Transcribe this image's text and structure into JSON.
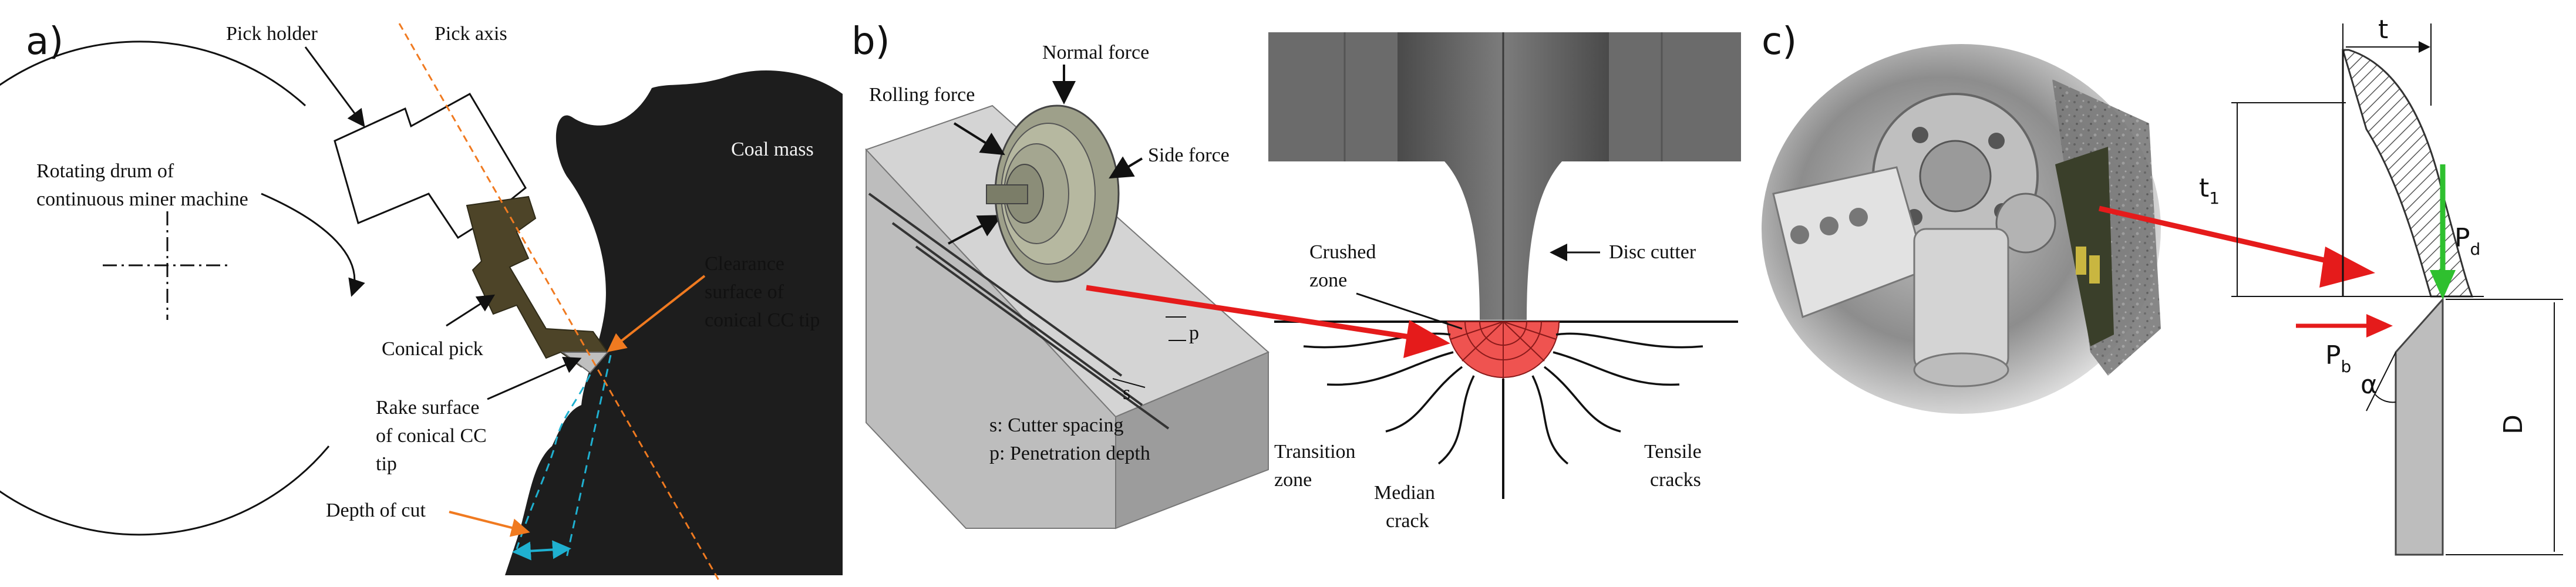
{
  "panel_a": {
    "letter": "a)",
    "labels": {
      "pick_holder": "Pick holder",
      "pick_axis": "Pick axis",
      "drum_line1": "Rotating drum of",
      "drum_line2": "continuous miner machine",
      "coal_mass": "Coal mass",
      "clearance_1": "Clearance",
      "clearance_2": "surface of",
      "clearance_3": "conical CC tip",
      "conical_pick": "Conical pick",
      "rake_1": "Rake surface",
      "rake_2": "of conical CC",
      "rake_3": "tip",
      "depth_of_cut": "Depth of cut"
    }
  },
  "panel_b": {
    "letter": "b)",
    "labels": {
      "normal_force": "Normal force",
      "rolling_force": "Rolling force",
      "side_force": "Side force",
      "p": "p",
      "s": "s",
      "spacing": "s: Cutter spacing",
      "penetration": "p: Penetration depth",
      "crushed_1": "Crushed",
      "crushed_2": "zone",
      "disc_cutter": "Disc cutter",
      "transition_1": "Transition",
      "transition_2": "zone",
      "median_1": "Median",
      "median_2": "crack",
      "tensile_1": "Tensile",
      "tensile_2": "cracks"
    }
  },
  "panel_c": {
    "letter": "c)",
    "labels": {
      "t": "t",
      "t1_base": "t",
      "t1_sub": "1",
      "pd_base": "P",
      "pd_sub": "d",
      "pb_base": "P",
      "pb_sub": "b",
      "alpha": "α",
      "D": "D"
    }
  },
  "colors": {
    "coal": "#1d1d1d",
    "pick_olive": "#4d4428",
    "orange": "#f07a20",
    "cyan": "#1fb0d0",
    "red": "#e51b1b",
    "green": "#2fc02f",
    "crushed": "#ef5350",
    "steel": "#5a5a5a"
  }
}
